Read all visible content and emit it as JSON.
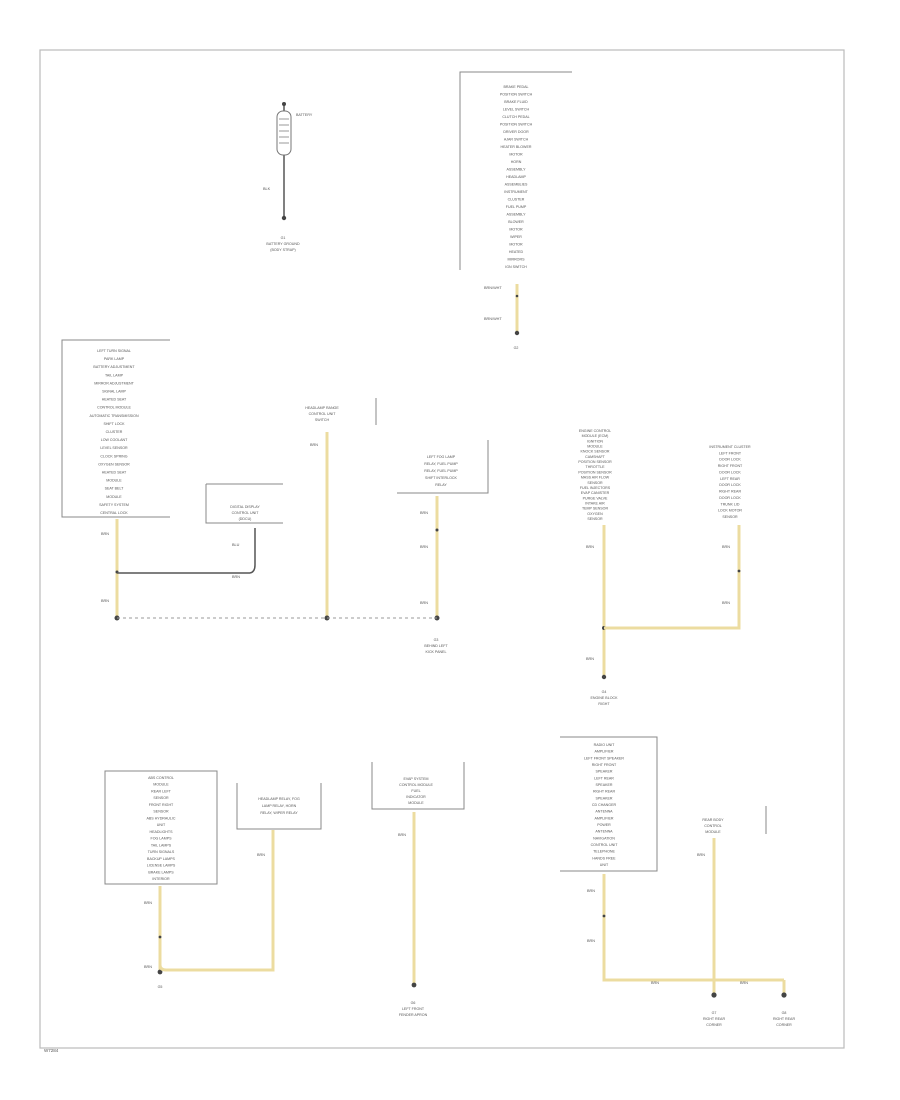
{
  "footer": {
    "code": "W7284"
  },
  "components": {
    "battery": {
      "label": "BATTERY",
      "wire": "BLK",
      "ground": [
        "G1",
        "BATTERY GROUND",
        "(BODY STRAP)"
      ]
    },
    "g2_top_list": {
      "lines": [
        "BRAKE PEDAL",
        "POSITION SWITCH",
        "BRAKE FLUID",
        "LEVEL SWITCH",
        "CLUTCH PEDAL",
        "POSITION SWITCH",
        "DRIVER DOOR",
        "AJAR SWITCH",
        "HEATER BLOWER",
        "MOTOR",
        "HORN",
        "ASSEMBLY",
        "HEADLAMP",
        "ASSEMBLIES",
        "INSTRUMENT",
        "CLUSTER",
        "FUEL PUMP",
        "ASSEMBLY",
        "BLOWER",
        "MOTOR",
        "WIPER",
        "MOTOR",
        "HEATED",
        "MIRRORS",
        "IGN SWITCH"
      ],
      "wires": [
        "BRN/WHT",
        "BRN/WHT"
      ],
      "ground": [
        "G2"
      ]
    },
    "left_list": {
      "lines": [
        "LEFT TURN SIGNAL",
        "PARK LAMP",
        "BATTERY ADJUSTMENT",
        "TAIL LAMP",
        "MIRROR ADJUSTMENT",
        "SIGNAL LAMP",
        "HEATED SEAT",
        "CONTROL MODULE",
        "AUTOMATIC TRANSMISSION",
        "SHIFT LOCK",
        "CLUSTER",
        "LOW COOLANT",
        "LEVEL SENSOR",
        "CLOCK SPRING",
        "OXYGEN SENSOR",
        "HEATED SEAT",
        "MODULE",
        "SEAT BELT",
        "MODULE",
        "SAFETY SYSTEM",
        "CENTRAL LOCK"
      ],
      "wire_top": "BRN",
      "wire_bottom": "BRN"
    },
    "small_box": {
      "lines": [
        "DIGITAL DISPLAY",
        "CONTROL UNIT",
        "(DDCU)"
      ],
      "wire": "BLU",
      "jumper": "BRN"
    },
    "mid_connector": {
      "lines": [
        "HEADLAMP RANGE",
        "CONTROL UNIT",
        "SWITCH"
      ],
      "wire": "BRN"
    },
    "right_mid_box": {
      "lines": [
        "LEFT FOG LAMP",
        "RELAY, FUEL PUMP",
        "RELAY, FUEL PUMP",
        "SHIFT INTERLOCK",
        "RELAY"
      ],
      "wires": [
        "BRN",
        "BRN",
        "BRN"
      ]
    },
    "g3": {
      "lines": [
        "G3",
        "BEHIND LEFT",
        "KICK PANEL"
      ]
    },
    "engine_list": {
      "lines": [
        "ENGINE CONTROL",
        "MODULE (ECM)",
        "IGNITION",
        "MODULE",
        "KNOCK SENSOR",
        "CAMSHAFT",
        "POSITION SENSOR",
        "THROTTLE",
        "POSITION SENSOR",
        "MASS AIR FLOW",
        "SENSOR",
        "FUEL INJECTORS",
        "EVAP CANISTER",
        "PURGE VALVE",
        "INTAKE AIR",
        "TEMP SENSOR",
        "OXYGEN",
        "SENSOR"
      ],
      "wire": "BRN"
    },
    "cluster_list": {
      "lines": [
        "INSTRUMENT CLUSTER",
        "LEFT FRONT",
        "DOOR LOCK",
        "RIGHT FRONT",
        "DOOR LOCK",
        "LEFT REAR",
        "DOOR LOCK",
        "RIGHT REAR",
        "DOOR LOCK",
        "TRUNK LID",
        "LOCK MOTOR",
        "SENSOR"
      ],
      "wires": [
        "BRN",
        "BRN"
      ]
    },
    "g4": {
      "wire": "BRN",
      "lines": [
        "G4",
        "ENGINE BLOCK",
        "RIGHT"
      ]
    },
    "bottom_left_box": {
      "lines": [
        "ABS CONTROL",
        "MODULE",
        "REAR LEFT",
        "SENSOR",
        "FRONT RIGHT",
        "SENSOR",
        "ABS HYDRAULIC",
        "UNIT",
        "HEADLIGHTS",
        "FOG LAMPS",
        "TAIL LAMPS",
        "TURN SIGNALS",
        "BACKUP LAMPS",
        "LICENSE LAMPS",
        "BRAKE LAMPS",
        "INTERIOR"
      ],
      "wires": [
        "BRN",
        "BRN"
      ],
      "ground": [
        "G5"
      ]
    },
    "bottom_left_connector": {
      "lines": [
        "HEADLAMP RELAY, FOG",
        "LAMP RELAY, HORN",
        "RELAY, WIPER RELAY"
      ],
      "wire": "BRN"
    },
    "bottom_mid_box": {
      "lines": [
        "EVAP SYSTEM",
        "CONTROL MODULE",
        "FUEL",
        "INDICATOR",
        "MODULE"
      ],
      "wire": "BRN",
      "ground": [
        "G6",
        "LEFT FRONT",
        "FENDER APRON"
      ]
    },
    "bottom_right_box": {
      "lines": [
        "RADIO UNIT",
        "AMPLIFIER",
        "LEFT FRONT SPEAKER",
        "RIGHT FRONT",
        "SPEAKER",
        "LEFT REAR",
        "SPEAKER",
        "RIGHT REAR",
        "SPEAKER",
        "CD CHANGER",
        "ANTENNA",
        "AMPLIFIER",
        "POWER",
        "ANTENNA",
        "NAVIGATION",
        "CONTROL UNIT",
        "TELEPHONE",
        "HANDS FREE",
        "UNIT"
      ],
      "wires": [
        "BRN",
        "BRN"
      ]
    },
    "rear_connector": {
      "lines": [
        "REAR BODY",
        "CONTROL",
        "MODULE"
      ],
      "wire": "BRN"
    },
    "bottom_right_splices": {
      "wires": [
        "BRN",
        "BRN"
      ],
      "g7": [
        "G7",
        "RIGHT REAR",
        "CORNER"
      ],
      "g8": [
        "G8",
        "RIGHT REAR",
        "CORNER"
      ]
    }
  }
}
